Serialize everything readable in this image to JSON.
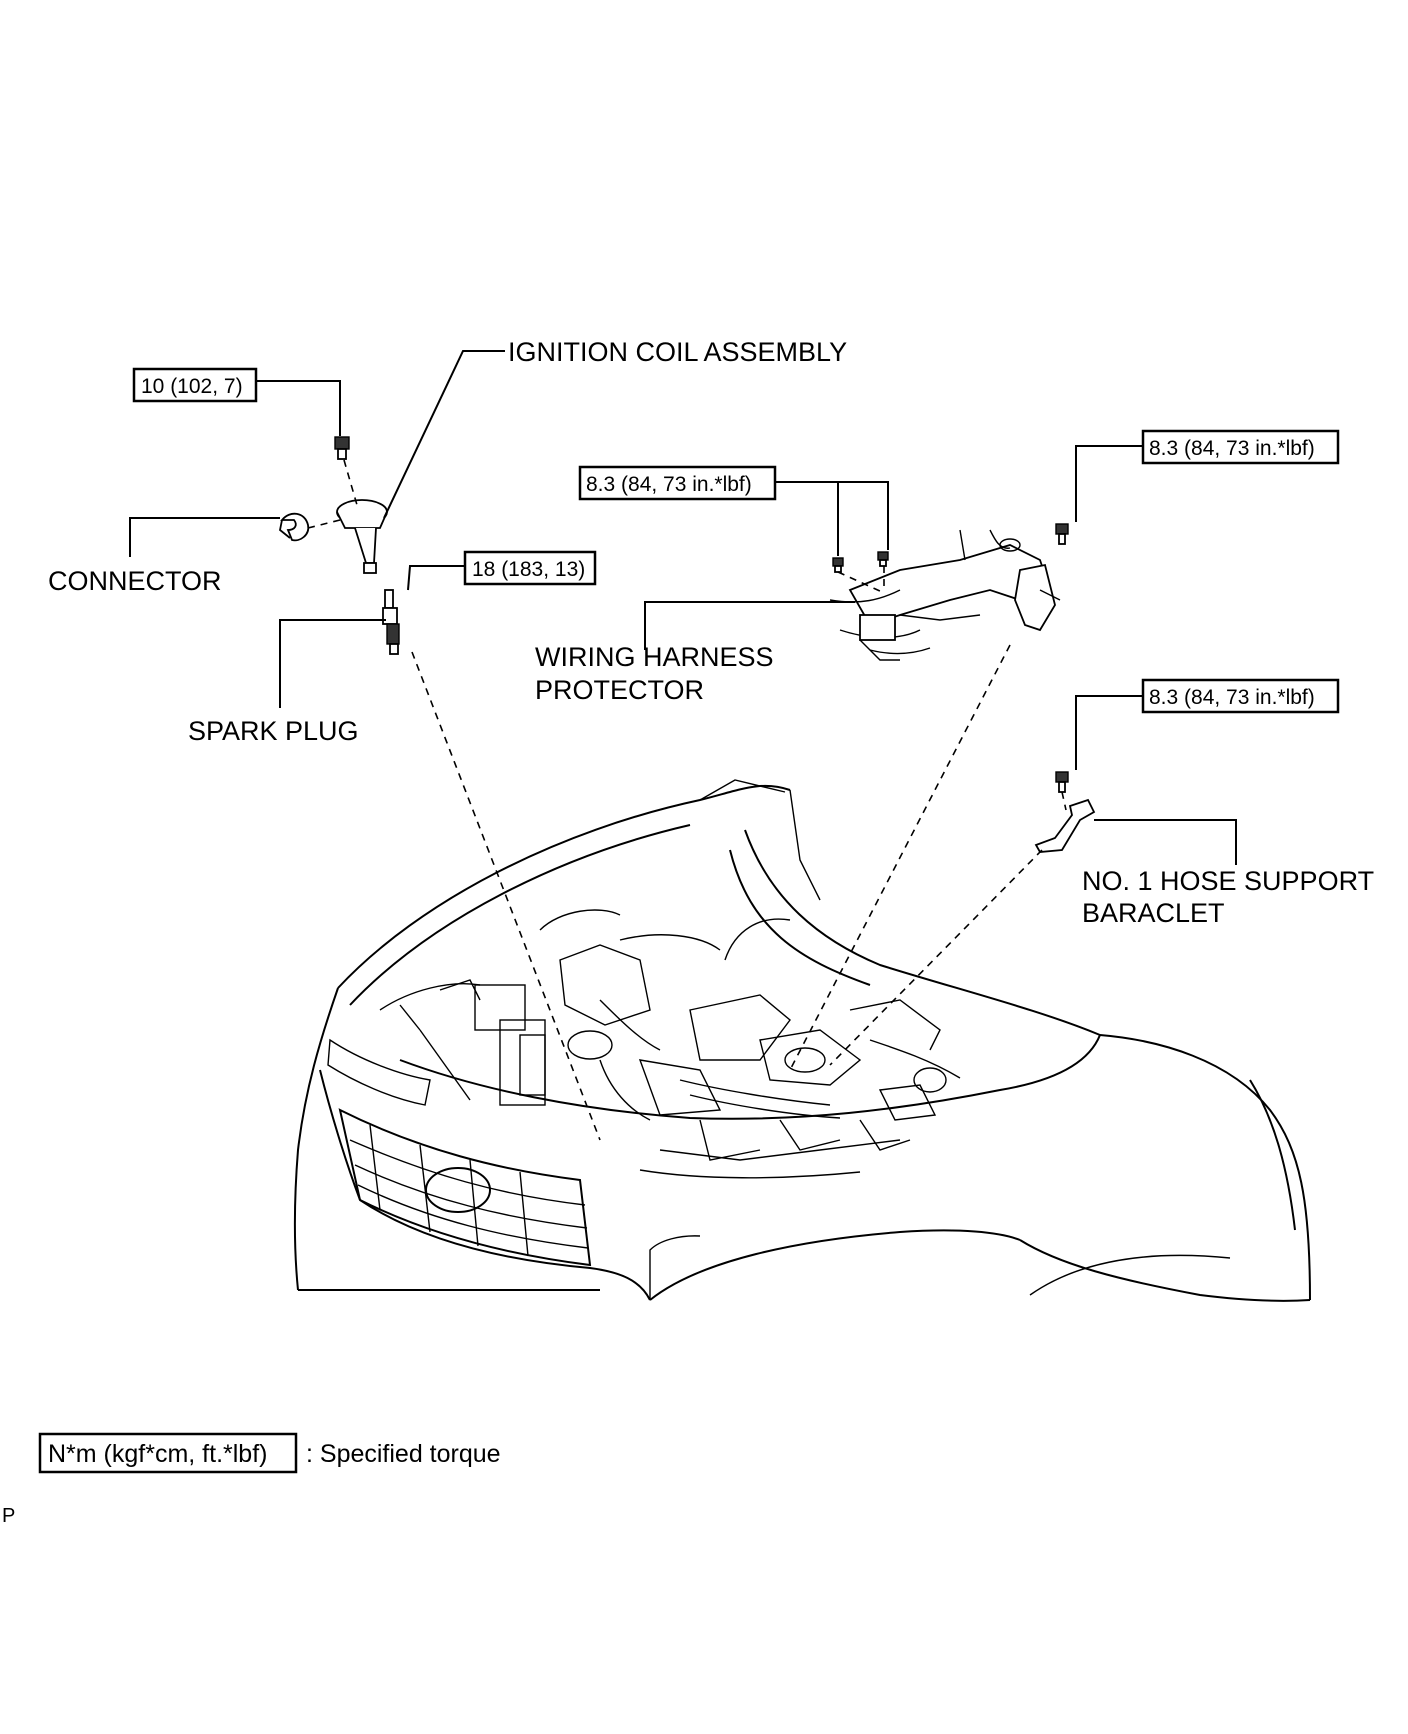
{
  "labels": {
    "ignition_coil": "IGNITION COIL ASSEMBLY",
    "connector": "CONNECTOR",
    "spark_plug": "SPARK PLUG",
    "harness_line1": "WIRING HARNESS",
    "harness_line2": "PROTECTOR",
    "hose_line1": "NO. 1 HOSE SUPPORT",
    "hose_line2": "BARACLET"
  },
  "torques": {
    "coil_bolt": "10 (102, 7)",
    "spark_plug": "18 (183, 13)",
    "harness_left": "8.3 (84, 73 in.*lbf)",
    "harness_right": "8.3 (84, 73 in.*lbf)",
    "hose_bracket": "8.3 (84, 73 in.*lbf)"
  },
  "legend": {
    "unit": "N*m (kgf*cm, ft.*lbf)",
    "description": ": Specified torque"
  },
  "corner_mark": "P"
}
